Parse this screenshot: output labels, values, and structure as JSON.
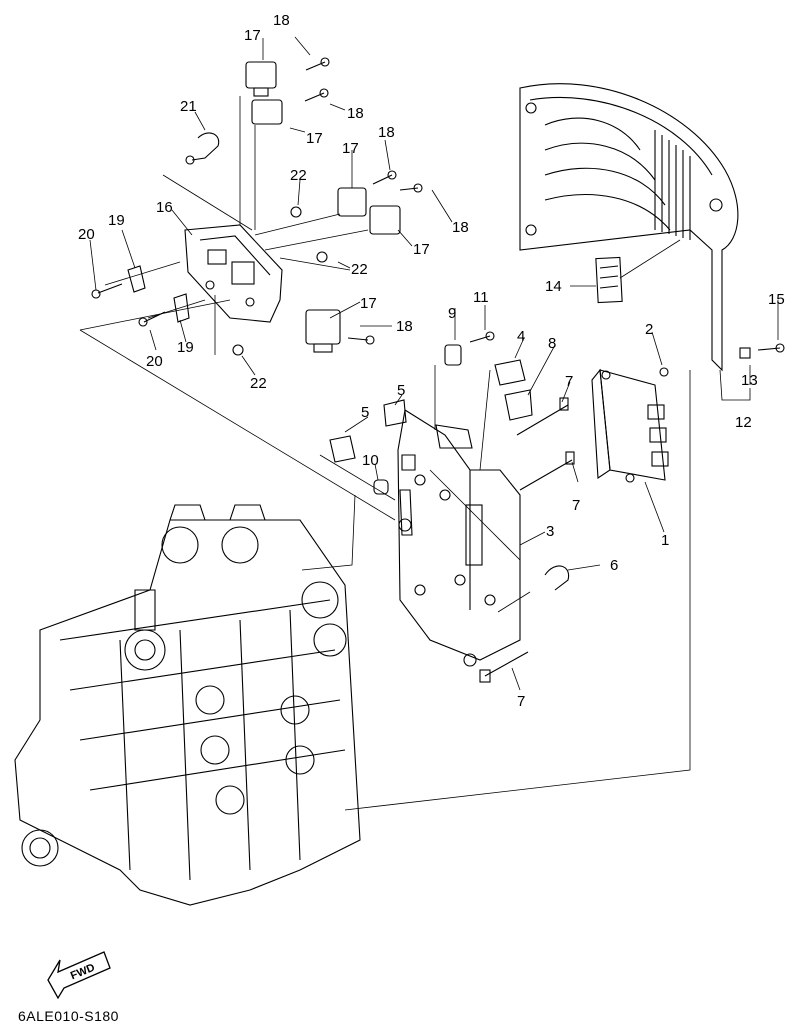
{
  "callouts": [
    {
      "id": "c18a",
      "label": "18"
    },
    {
      "id": "c17a",
      "label": "17"
    },
    {
      "id": "c18b",
      "label": "18"
    },
    {
      "id": "c17b",
      "label": "17"
    },
    {
      "id": "c21",
      "label": "21"
    },
    {
      "id": "c18c",
      "label": "18"
    },
    {
      "id": "c17c",
      "label": "17"
    },
    {
      "id": "c22a",
      "label": "22"
    },
    {
      "id": "c18d",
      "label": "18"
    },
    {
      "id": "c17d",
      "label": "17"
    },
    {
      "id": "c16",
      "label": "16"
    },
    {
      "id": "c19a",
      "label": "19"
    },
    {
      "id": "c20a",
      "label": "20"
    },
    {
      "id": "c22b",
      "label": "22"
    },
    {
      "id": "c17e",
      "label": "17"
    },
    {
      "id": "c18e",
      "label": "18"
    },
    {
      "id": "c20b",
      "label": "20"
    },
    {
      "id": "c19b",
      "label": "19"
    },
    {
      "id": "c22c",
      "label": "22"
    },
    {
      "id": "c14",
      "label": "14"
    },
    {
      "id": "c15",
      "label": "15"
    },
    {
      "id": "c9",
      "label": "9"
    },
    {
      "id": "c11",
      "label": "11"
    },
    {
      "id": "c4",
      "label": "4"
    },
    {
      "id": "c2",
      "label": "2"
    },
    {
      "id": "c8",
      "label": "8"
    },
    {
      "id": "c13",
      "label": "13"
    },
    {
      "id": "c7a",
      "label": "7"
    },
    {
      "id": "c5a",
      "label": "5"
    },
    {
      "id": "c5b",
      "label": "5"
    },
    {
      "id": "c12",
      "label": "12"
    },
    {
      "id": "c10",
      "label": "10"
    },
    {
      "id": "c7b",
      "label": "7"
    },
    {
      "id": "c3",
      "label": "3"
    },
    {
      "id": "c1",
      "label": "1"
    },
    {
      "id": "c6",
      "label": "6"
    },
    {
      "id": "c7c",
      "label": "7"
    }
  ],
  "fwd_label": "FWD",
  "diagram_code": "6ALE010-S180"
}
